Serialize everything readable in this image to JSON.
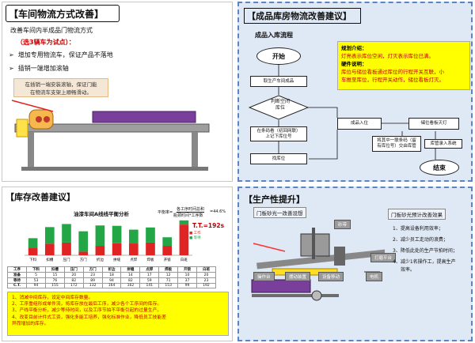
{
  "p1": {
    "title": "【车间物流方式改善】",
    "line1": "改善车间内半成品门物流方式",
    "sub": "（选3辆车为试点）：",
    "b1": "增加专用物流车，保证产品不落地",
    "b2": "插销一端增加滚轴",
    "callout1": "在插销一端安装滚轴，保证门能",
    "callout2": "在物流车支架上顺畅滑动。"
  },
  "p2": {
    "title": "【成品库房物流改善建议】",
    "flow_title": "成品入库流程",
    "start": "开始",
    "n1": "取生产车间成品",
    "n2a": "判断空间",
    "n2b": "库位",
    "n3a": "在条码看（初回网联）",
    "n3b": "上记下库位号",
    "n4": "找库位",
    "n5": "成品入位",
    "n6": "储位看板灭灯",
    "n7a": "将其中一联条码（留",
    "n7b": "有库位号）交由库管",
    "n8": "库管录入系统",
    "end": "结束",
    "note_h1": "规划介绍：",
    "note_l1": "灯亮表示库位空闲，灯灭表示库位已满。",
    "note_h2": "硬件说明：",
    "note_l2": "库位与储位看板通过库位的行程开关互联，小",
    "note_l3": "车推至库位，行程开关动作，储位看板灯灭。"
  },
  "p3": {
    "title": "【库存改善建议】",
    "chart_title": "油漆车间A线线平衡分析",
    "rate_label": "平衡率=",
    "rate_num": "各工序时间总和",
    "rate_den": "瓶颈时间*工序数",
    "rate_val": "=44.6%",
    "tt": "T.T.=192s",
    "legend1": "■ 工作",
    "legend2": "■ 等待",
    "table_rows": [
      [
        "工序",
        "下料",
        "扣槽",
        "压门",
        "方门",
        "折边",
        "拼缝",
        "点焊",
        "焊板",
        "开锁",
        "白班"
      ],
      [
        "准备",
        "5",
        "15",
        "20",
        "23",
        "18",
        "14",
        "17",
        "12",
        "10",
        "20"
      ],
      [
        "等待",
        "53",
        "76",
        "82",
        "89",
        "94",
        "82",
        "59",
        "71",
        "37",
        "23"
      ],
      [
        "C.T.",
        "94",
        "155",
        "172",
        "132",
        "164",
        "162",
        "141",
        "153",
        "99",
        "192"
      ]
    ],
    "i1": "1、消减中间库存，设定中间库存数量。",
    "i2": "2、工序重组形成单件流，将库存放在最后工序，减少各个工序间的库存。",
    "i3": "3、产线平衡分析，减少等待时间，以及工序节拍不平衡引起的过量生产。",
    "i4": "4、改变目前计件式工资，强化多能工培养，强化标准作业，降低员工技能差",
    "i5": "异而增加的库存。"
  },
  "p4": {
    "title": "【生产性提升】",
    "left_title": "门板砂光一改善设想",
    "right_title": "门板砂光预计改善效果",
    "s1": "1、提高设备利用效率；",
    "s2": "2、减少员工走动的浪费；",
    "s3": "3、降低此处的生产节拍时间；",
    "s4": "4、减少1名操作工，提高生产",
    "s5": "效率。",
    "lab1": "砂带",
    "lab2": "打磨平台",
    "lab3": "操作台",
    "lab4": "摆动装置",
    "lab5": "设备移动",
    "lab6": "电机"
  },
  "chart_data": {
    "type": "bar",
    "title": "油漆车间A线线平衡分析",
    "categories": [
      "下料",
      "扣槽",
      "压门",
      "方门",
      "折边",
      "拼缝",
      "点焊",
      "焊板",
      "开锁",
      "白班"
    ],
    "series": [
      {
        "name": "工作",
        "values": [
          41,
          64,
          70,
          20,
          52,
          66,
          65,
          70,
          52,
          169
        ]
      },
      {
        "name": "等待",
        "values": [
          53,
          91,
          102,
          112,
          112,
          96,
          76,
          83,
          47,
          23
        ]
      }
    ],
    "colors": {
      "工作": "#e02424",
      "等待": "#22a646"
    },
    "ylim": [
      0,
      200
    ]
  }
}
